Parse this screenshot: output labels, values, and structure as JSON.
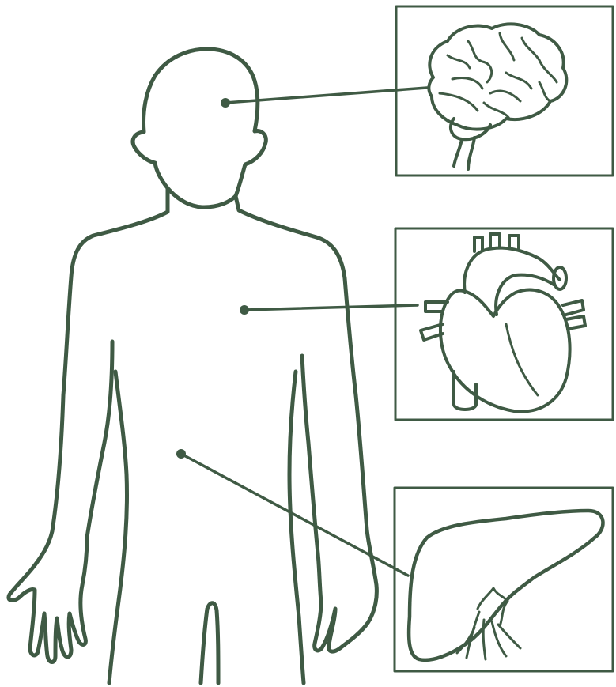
{
  "diagram": {
    "ink_color": "#3f5a44",
    "background": "#ffffff",
    "figure": "human-body-outline",
    "markers": [
      {
        "id": "brain-marker",
        "organ": "brain"
      },
      {
        "id": "heart-marker",
        "organ": "heart"
      },
      {
        "id": "liver-marker",
        "organ": "liver"
      }
    ],
    "panels": [
      {
        "id": "brain-panel",
        "organ": "brain",
        "icon": "brain-icon"
      },
      {
        "id": "heart-panel",
        "organ": "heart",
        "icon": "heart-icon"
      },
      {
        "id": "liver-panel",
        "organ": "liver",
        "icon": "liver-icon"
      }
    ]
  }
}
